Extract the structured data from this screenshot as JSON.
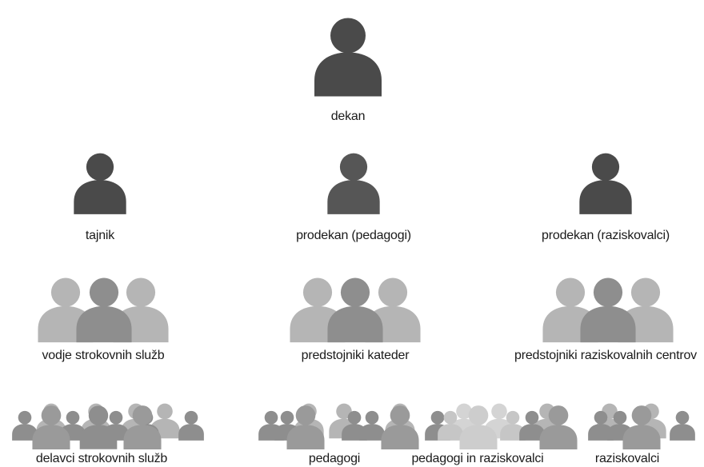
{
  "colors": {
    "dark": "#4a4a4a",
    "mid": "#8e8e8e",
    "light": "#b5b5b5",
    "pale": "#d4d4d4"
  },
  "labels": {
    "dean": "dekan",
    "secretary": "tajnik",
    "vice_dean_teaching": "prodekan (pedagogi)",
    "vice_dean_research": "prodekan (raziskovalci)",
    "service_heads": "vodje strokovnih služb",
    "department_heads": "predstojniki kateder",
    "center_heads": "predstojniki raziskovalnih centrov",
    "service_staff": "delavci strokovnih služb",
    "teachers": "pedagogi",
    "teachers_researchers": "pedagogi in raziskovalci",
    "researchers": "raziskovalci"
  }
}
